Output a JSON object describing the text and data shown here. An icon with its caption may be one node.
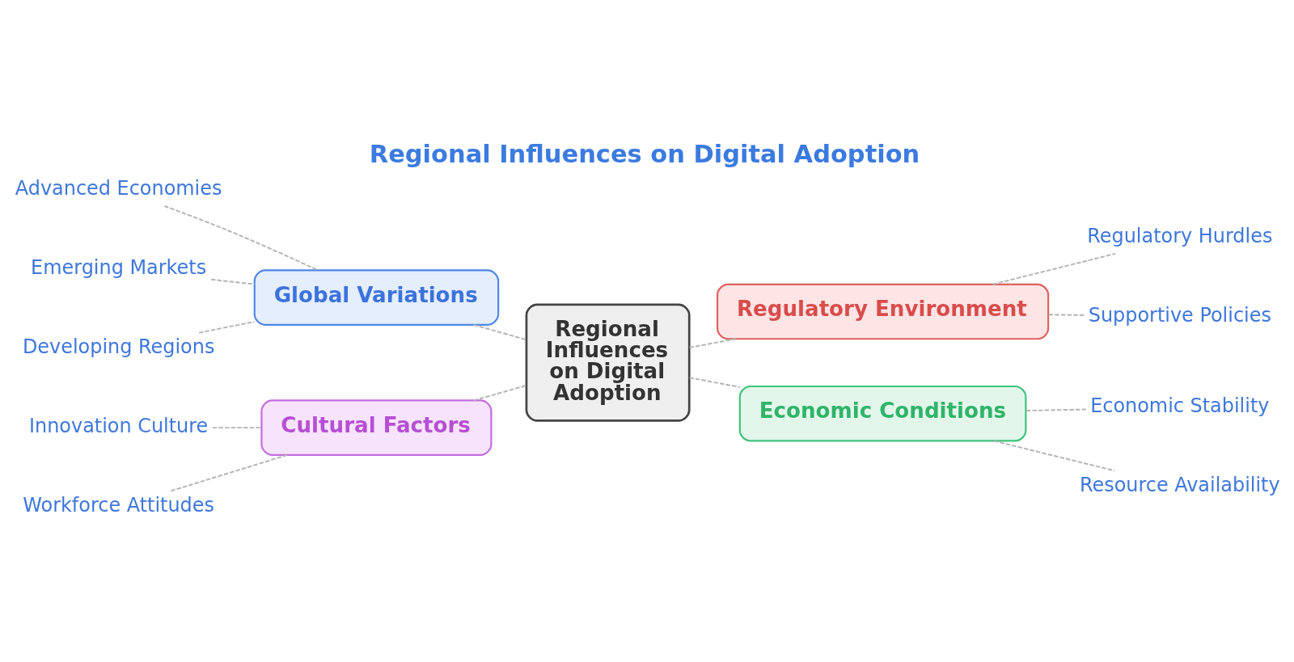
{
  "diagram": {
    "title": "Regional Influences on Digital Adoption",
    "nodes": [
      {
        "text": [
          "Global Variations"
        ]
      },
      {
        "text": [
          "Advanced Economies"
        ]
      },
      {
        "text": [
          "Emerging Markets"
        ]
      },
      {
        "text": [
          "Developing Regions"
        ]
      },
      {
        "text": [
          "Cultural Factors"
        ]
      },
      {
        "text": [
          "Innovation Culture"
        ]
      },
      {
        "text": [
          "Workforce Attitudes"
        ]
      },
      {
        "text": [
          "Regional Influences on Digital Adoption"
        ]
      },
      {
        "text": [
          "Regulatory Environment"
        ]
      },
      {
        "text": [
          "Regulatory Hurdles"
        ]
      },
      {
        "text": [
          "Supportive Policies"
        ]
      },
      {
        "text": [
          "Economic Conditions"
        ]
      },
      {
        "text": [
          "Economic Stability"
        ]
      },
      {
        "text": [
          "Resource Availability"
        ]
      }
    ],
    "edges": [
      {
        "from": 1,
        "to": 0,
        "arrow": "none",
        "style": "dashed"
      },
      {
        "from": 2,
        "to": 0,
        "arrow": "none",
        "style": "dashed"
      },
      {
        "from": 3,
        "to": 0,
        "arrow": "none",
        "style": "dashed"
      },
      {
        "from": 0,
        "to": 7,
        "arrow": "none",
        "style": "dashed"
      },
      {
        "from": 5,
        "to": 4,
        "arrow": "none",
        "style": "dashed"
      },
      {
        "from": 6,
        "to": 4,
        "arrow": "none",
        "style": "dashed"
      },
      {
        "from": 4,
        "to": 7,
        "arrow": "none",
        "style": "dashed"
      },
      {
        "from": 7,
        "to": 8,
        "arrow": "none",
        "style": "dashed"
      },
      {
        "from": 8,
        "to": 9,
        "arrow": "none",
        "style": "dashed"
      },
      {
        "from": 8,
        "to": 10,
        "arrow": "none",
        "style": "dashed"
      },
      {
        "from": 7,
        "to": 11,
        "arrow": "none",
        "style": "dashed"
      },
      {
        "from": 11,
        "to": 12,
        "arrow": "none",
        "style": "dashed"
      },
      {
        "from": 11,
        "to": 13,
        "arrow": "none",
        "style": "dashed"
      }
    ]
  }
}
